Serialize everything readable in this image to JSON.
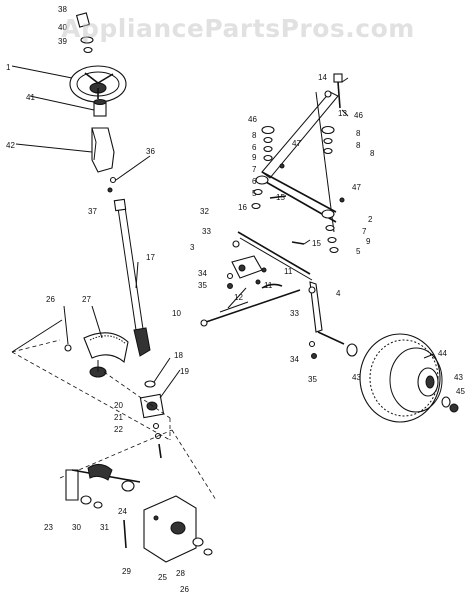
{
  "watermark": "AppliancePartsPros.com",
  "callouts": [
    {
      "key": "c38",
      "text": "38"
    },
    {
      "key": "c40",
      "text": "40"
    },
    {
      "key": "c39",
      "text": "39"
    },
    {
      "key": "c1",
      "text": "1"
    },
    {
      "key": "c41",
      "text": "41"
    },
    {
      "key": "c42",
      "text": "42"
    },
    {
      "key": "c36",
      "text": "36"
    },
    {
      "key": "c37",
      "text": "37"
    },
    {
      "key": "c17",
      "text": "17"
    },
    {
      "key": "c26a",
      "text": "26"
    },
    {
      "key": "c27",
      "text": "27"
    },
    {
      "key": "c18",
      "text": "18"
    },
    {
      "key": "c19",
      "text": "19"
    },
    {
      "key": "c20",
      "text": "20"
    },
    {
      "key": "c21",
      "text": "21"
    },
    {
      "key": "c22",
      "text": "22"
    },
    {
      "key": "c23",
      "text": "23"
    },
    {
      "key": "c30",
      "text": "30"
    },
    {
      "key": "c31",
      "text": "31"
    },
    {
      "key": "c24",
      "text": "24"
    },
    {
      "key": "c29",
      "text": "29"
    },
    {
      "key": "c25",
      "text": "25"
    },
    {
      "key": "c28",
      "text": "28"
    },
    {
      "key": "c26b",
      "text": "26"
    },
    {
      "key": "c14",
      "text": "14"
    },
    {
      "key": "c13",
      "text": "13"
    },
    {
      "key": "c46a",
      "text": "46"
    },
    {
      "key": "c46b",
      "text": "46"
    },
    {
      "key": "c8a",
      "text": "8"
    },
    {
      "key": "c6a",
      "text": "6"
    },
    {
      "key": "c9a",
      "text": "9"
    },
    {
      "key": "c47a",
      "text": "47"
    },
    {
      "key": "c8b",
      "text": "8"
    },
    {
      "key": "c8c",
      "text": "8"
    },
    {
      "key": "c8d",
      "text": "8"
    },
    {
      "key": "c7a",
      "text": "7"
    },
    {
      "key": "c6b",
      "text": "6"
    },
    {
      "key": "c5a",
      "text": "5"
    },
    {
      "key": "c15a",
      "text": "15"
    },
    {
      "key": "c16a",
      "text": "16"
    },
    {
      "key": "c47b",
      "text": "47"
    },
    {
      "key": "c2",
      "text": "2"
    },
    {
      "key": "c7b",
      "text": "7"
    },
    {
      "key": "c9b",
      "text": "9"
    },
    {
      "key": "c5b",
      "text": "5"
    },
    {
      "key": "c15b",
      "text": "15"
    },
    {
      "key": "c32",
      "text": "32"
    },
    {
      "key": "c33a",
      "text": "33"
    },
    {
      "key": "c3",
      "text": "3"
    },
    {
      "key": "c34a",
      "text": "34"
    },
    {
      "key": "c35a",
      "text": "35"
    },
    {
      "key": "c11a",
      "text": "11"
    },
    {
      "key": "c11b",
      "text": "11"
    },
    {
      "key": "c12",
      "text": "12"
    },
    {
      "key": "c10",
      "text": "10"
    },
    {
      "key": "c33b",
      "text": "33"
    },
    {
      "key": "c4",
      "text": "4"
    },
    {
      "key": "c34b",
      "text": "34"
    },
    {
      "key": "c35b",
      "text": "35"
    },
    {
      "key": "c43a",
      "text": "43"
    },
    {
      "key": "c44",
      "text": "44"
    },
    {
      "key": "c43b",
      "text": "43"
    },
    {
      "key": "c45",
      "text": "45"
    }
  ]
}
